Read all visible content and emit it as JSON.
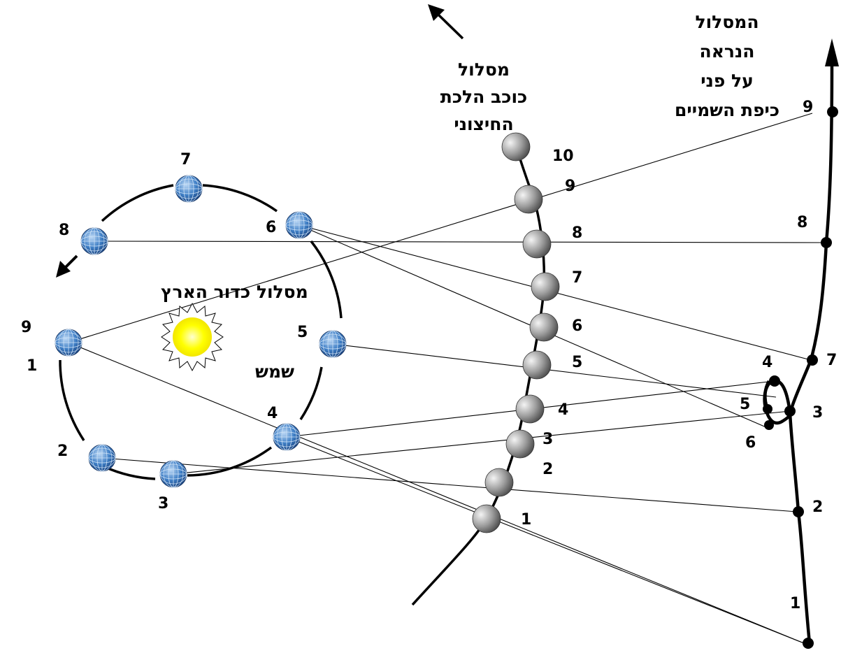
{
  "labels": {
    "earth_orbit": "מסלול כדור הארץ",
    "sun": "שמש",
    "outer_planet_orbit": [
      "מסלול",
      "כוכב הלכת",
      "החיצוני"
    ],
    "apparent_path": [
      "המסלול",
      "הנראה",
      "על פני",
      "כיפת השמיים"
    ]
  },
  "earth_positions": [
    "1",
    "2",
    "3",
    "4",
    "5",
    "6",
    "7",
    "8",
    "9"
  ],
  "planet_positions": [
    "1",
    "2",
    "3",
    "4",
    "5",
    "6",
    "7",
    "8",
    "9",
    "10"
  ],
  "sky_positions": [
    "1",
    "2",
    "3",
    "4",
    "5",
    "6",
    "7",
    "8",
    "9"
  ],
  "colors": {
    "earth": "#2f6db5",
    "planet": "#9a9a9a",
    "sun": "#ffff00",
    "lines": "#000000"
  }
}
